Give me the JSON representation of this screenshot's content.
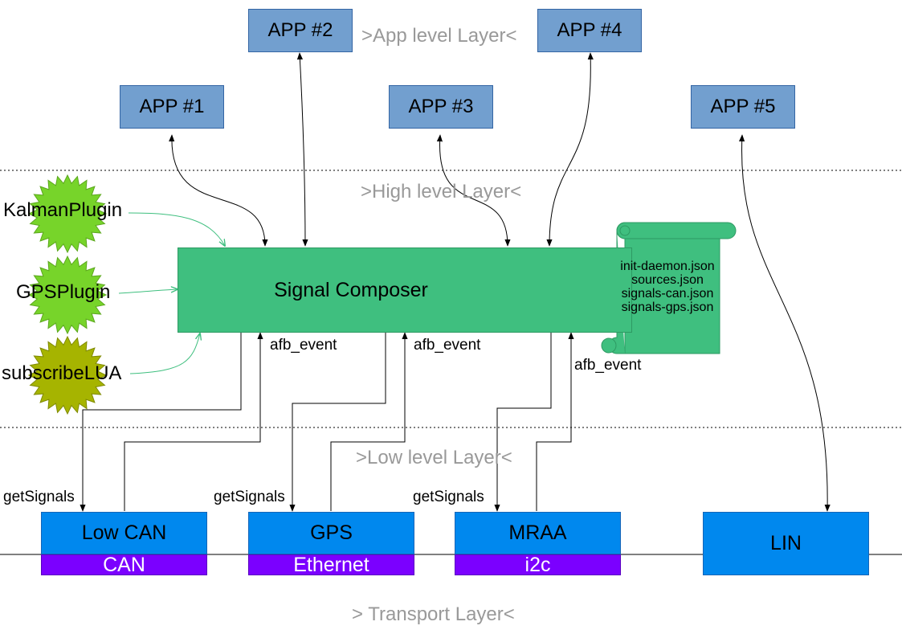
{
  "layers": {
    "app": ">App level Layer<",
    "high": ">High level Layer<",
    "low": ">Low level Layer<",
    "transport": "> Transport Layer<"
  },
  "apps": [
    "APP #1",
    "APP #2",
    "APP #3",
    "APP #4",
    "APP #5"
  ],
  "plugins": [
    "KalmanPlugin",
    "GPSPlugin",
    "subscribeLUA"
  ],
  "composer": {
    "label": "Signal Composer",
    "configs": [
      "init-daemon.json",
      "sources.json",
      "signals-can.json",
      "signals-gps.json"
    ]
  },
  "edge_labels": {
    "event": "afb_event",
    "get_signals": "getSignals"
  },
  "drivers": [
    "Low CAN",
    "GPS",
    "MRAA",
    "LIN"
  ],
  "transports": [
    "CAN",
    "Ethernet",
    "i2c"
  ],
  "colors": {
    "app_box": "#729fcf",
    "composer": "#3fbf7f",
    "driver_box": "#0088ee",
    "transport_box": "#7b00ff",
    "plugin_green": "#77d42a",
    "plugin_olive": "#a6b400",
    "layer_text": "#999999"
  }
}
